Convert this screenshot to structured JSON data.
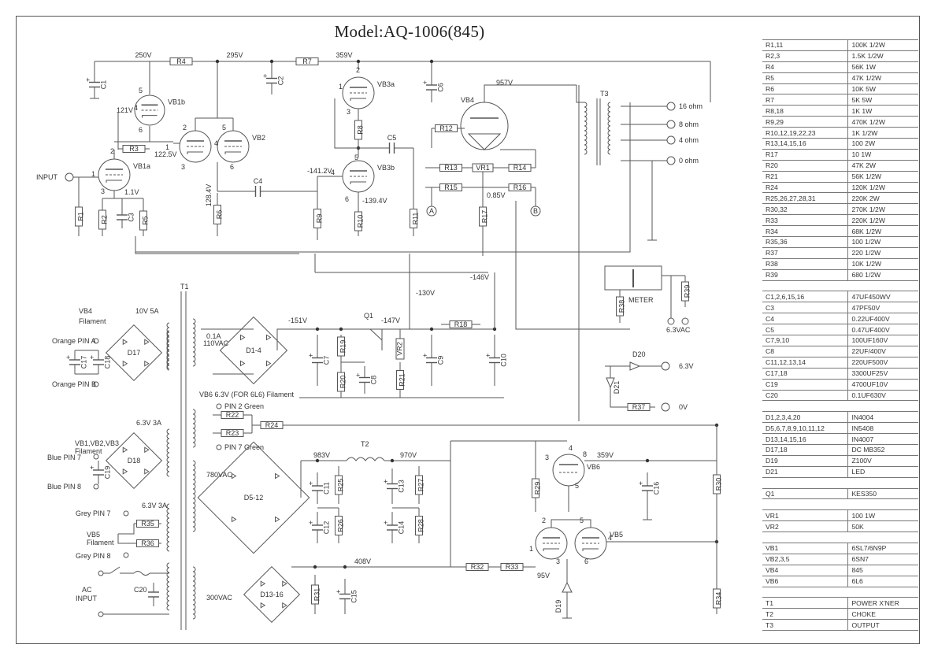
{
  "title": "Model:AQ-1006(845)",
  "schematic": {
    "input_label": "INPUT",
    "voltages": [
      "250V",
      "295V",
      "359V",
      "121V",
      "122.5V",
      "1.1V",
      "128.4V",
      "-141.2V",
      "957V",
      "0.85V",
      "-139.4V",
      "-146V",
      "-130V",
      "-151V",
      "-147V",
      "983V",
      "970V",
      "359V",
      "408V",
      "95V"
    ],
    "tubes": [
      "VB1b",
      "VB1a",
      "VB2",
      "VB3a",
      "VB3b",
      "VB4",
      "VB5",
      "VB6"
    ],
    "resistors": [
      "R1",
      "R2",
      "R3",
      "R4",
      "R5",
      "R6",
      "R7",
      "R8",
      "R9",
      "R10",
      "R11",
      "R12",
      "R13",
      "R14",
      "R15",
      "R16",
      "R17",
      "R18",
      "R19",
      "R20",
      "R21",
      "R22",
      "R23",
      "R24",
      "R25",
      "R26",
      "R27",
      "R28",
      "R29",
      "R30",
      "R31",
      "R32",
      "R33",
      "R34",
      "R35",
      "R36",
      "R37",
      "R38",
      "R39",
      "VR1",
      "VR2"
    ],
    "capacitors": [
      "C1",
      "C2",
      "C3",
      "C4",
      "C5",
      "C6",
      "C7",
      "C8",
      "C9",
      "C10",
      "C11",
      "C12",
      "C13",
      "C14",
      "C15",
      "C16",
      "C17",
      "C18",
      "C19",
      "C20"
    ],
    "output_taps": [
      "16 ohm",
      "8 ohm",
      "4 ohm",
      "0 ohm"
    ],
    "transformers": [
      "T1",
      "T2",
      "T3"
    ],
    "meter_label": "METER",
    "meter_supply": "6.3VAC",
    "led_supply": "6.3V",
    "led_ground": "0V",
    "q1": "Q1",
    "vb4_filament": {
      "title": "VB4",
      "sub": "Filament",
      "rating": "10V 5A",
      "pin_a": "Orange PIN A",
      "pin_b": "Orange PIN B",
      "bridge": "D17"
    },
    "vb123_filament": {
      "title": "VB1,VB2,VB3",
      "sub": "Filament",
      "rating": "6.3V 3A",
      "pin_a": "Blue PIN 7",
      "pin_b": "Blue PIN 8",
      "bridge": "D18"
    },
    "vb5_filament": {
      "title": "VB5",
      "sub": "Filament",
      "rating": "6.3V 3A",
      "pin_a": "Grey PIN 7",
      "pin_b": "Grey PIN 8"
    },
    "vb6_filament": {
      "title": "VB6 6.3V (FOR 6L6) Filament",
      "pin_a": "PIN 2 Green",
      "pin_b": "PIN 7 Green"
    },
    "bias_supply": {
      "rating": "0.1A",
      "voltage": "110VAC",
      "bridge": "D1-4"
    },
    "hv_supply": {
      "voltage": "780VAC",
      "bridge": "D5-12"
    },
    "lv_supply": {
      "voltage": "300VAC",
      "bridge": "D13-16"
    },
    "ac_input": "AC INPUT",
    "choke": "T2",
    "zener": "D19",
    "led": "D21",
    "diode": "D20"
  },
  "bom": [
    [
      "R1,11",
      "100K  1/2W"
    ],
    [
      "R2,3",
      "1.5K  1/2W"
    ],
    [
      "R4",
      "56K  1W"
    ],
    [
      "R5",
      "47K  1/2W"
    ],
    [
      "R6",
      "10K  5W"
    ],
    [
      "R7",
      "5K  5W"
    ],
    [
      "R8,18",
      "1K  1W"
    ],
    [
      "R9,29",
      "470K  1/2W"
    ],
    [
      "R10,12,19,22,23",
      "1K  1/2W"
    ],
    [
      "R13,14,15,16",
      "100  2W"
    ],
    [
      "R17",
      "10  1W"
    ],
    [
      "R20",
      "47K  2W"
    ],
    [
      "R21",
      "56K  1/2W"
    ],
    [
      "R24",
      "120K  1/2W"
    ],
    [
      "R25,26,27,28,31",
      "220K  2W"
    ],
    [
      "R30,32",
      "270K  1/2W"
    ],
    [
      "R33",
      "220K  1/2W"
    ],
    [
      "R34",
      "68K  1/2W"
    ],
    [
      "R35,36",
      "100  1/2W"
    ],
    [
      "R37",
      "220  1/2W"
    ],
    [
      "R38",
      "10K  1/2W"
    ],
    [
      "R39",
      "680  1/2W"
    ],
    [
      "",
      ""
    ],
    [
      "C1,2,6,15,16",
      "47UF450WV"
    ],
    [
      "C3",
      "47PF50V"
    ],
    [
      "C4",
      "0.22UF400V"
    ],
    [
      "C5",
      "0.47UF400V"
    ],
    [
      "C7,9,10",
      "100UF160V"
    ],
    [
      "C8",
      "22UF/400V"
    ],
    [
      "C11,12,13,14",
      "220UF500V"
    ],
    [
      "C17,18",
      "3300UF25V"
    ],
    [
      "C19",
      "4700UF10V"
    ],
    [
      "C20",
      "0.1UF630V"
    ],
    [
      "",
      ""
    ],
    [
      "D1,2,3,4,20",
      "IN4004"
    ],
    [
      "D5,6,7,8,9,10,11,12",
      "IN5408"
    ],
    [
      "D13,14,15,16",
      "IN4007"
    ],
    [
      "D17,18",
      "DC  MB352"
    ],
    [
      "D19",
      "Z100V"
    ],
    [
      "D21",
      "LED"
    ],
    [
      "",
      ""
    ],
    [
      "Q1",
      "KES350"
    ],
    [
      "",
      ""
    ],
    [
      "VR1",
      "100  1W"
    ],
    [
      "VR2",
      "50K"
    ],
    [
      "",
      ""
    ],
    [
      "VB1",
      "6SL7/6N9P"
    ],
    [
      "VB2,3,5",
      "6SN7"
    ],
    [
      "VB4",
      "845"
    ],
    [
      "VB6",
      "6L6"
    ],
    [
      "",
      ""
    ],
    [
      "T1",
      "POWER  X'NER"
    ],
    [
      "T2",
      "CHOKE"
    ],
    [
      "T3",
      "OUTPUT"
    ]
  ]
}
